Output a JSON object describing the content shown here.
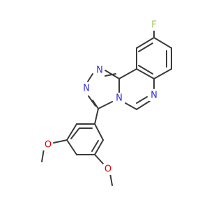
{
  "molecule": {
    "atoms": {
      "F": {
        "label": "F",
        "color": "#8fc43e"
      },
      "N1": {
        "label": "N",
        "color": "#2f2fe0"
      },
      "N2": {
        "label": "N",
        "color": "#2f2fe0"
      },
      "N3": {
        "label": "N",
        "color": "#2f2fe0"
      },
      "N4": {
        "label": "N",
        "color": "#2f2fe0"
      },
      "O1": {
        "label": "O",
        "color": "#e00000"
      },
      "O2": {
        "label": "O",
        "color": "#e00000"
      }
    },
    "bond_color": "#3a3a3a"
  }
}
